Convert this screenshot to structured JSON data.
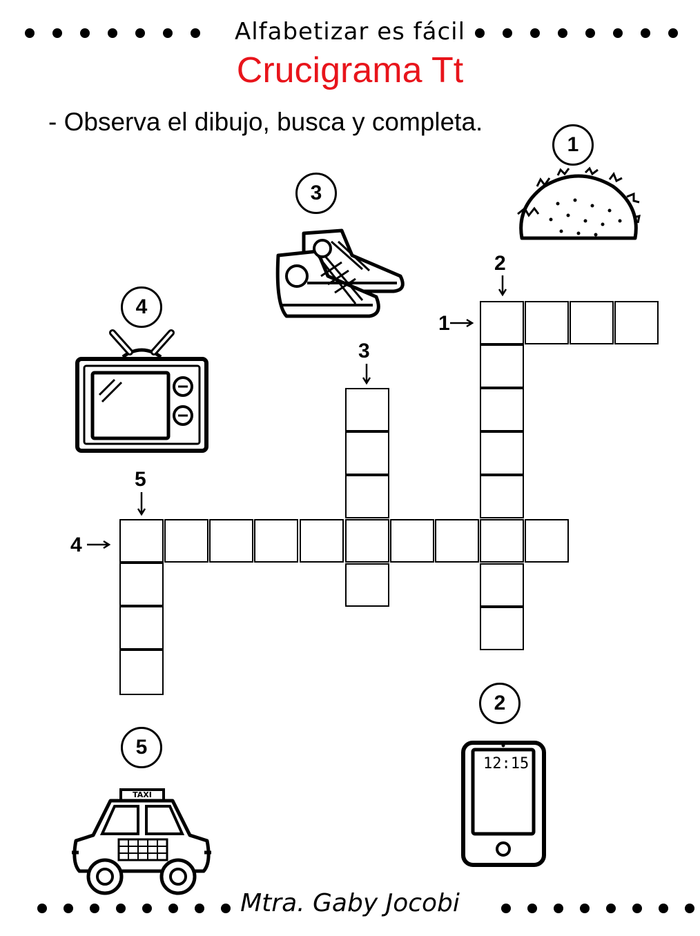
{
  "header": {
    "brand": "Alfabetizar es fácil",
    "title": "Crucigrama Tt"
  },
  "instruction": "- Observa el dibujo, busca y completa.",
  "footer": {
    "author": "Mtra. Gaby Jocobi"
  },
  "pictures": [
    {
      "number": "1",
      "name": "taco"
    },
    {
      "number": "2",
      "name": "telefono",
      "screen_text": "12:15"
    },
    {
      "number": "3",
      "name": "tenis"
    },
    {
      "number": "4",
      "name": "television"
    },
    {
      "number": "5",
      "name": "taxi",
      "sign_text": "TAXI"
    }
  ],
  "clues": {
    "across_1": "1",
    "down_2": "2",
    "down_3": "3",
    "across_4": "4",
    "down_5": "5"
  },
  "colors": {
    "title": "#e8141b",
    "ink": "#000000"
  }
}
